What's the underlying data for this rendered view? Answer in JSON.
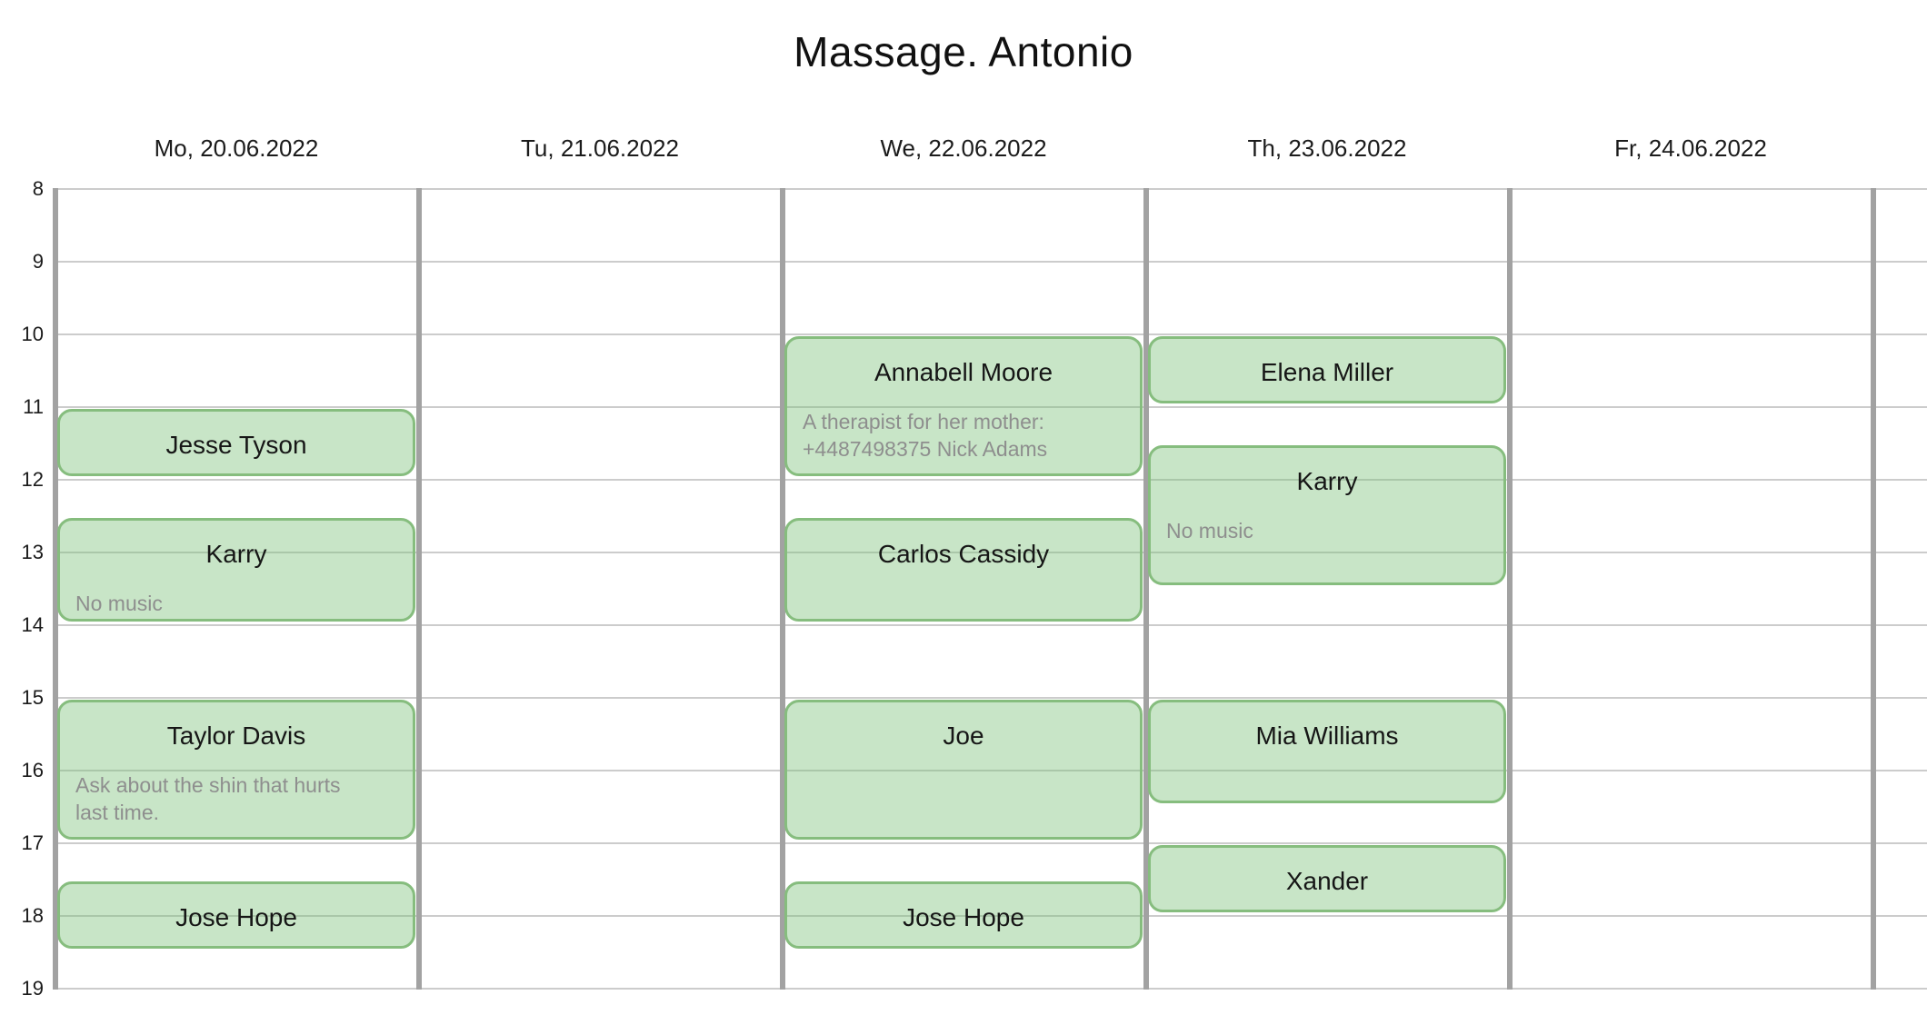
{
  "title": "Massage. Antonio",
  "days": [
    {
      "label": "Mo, 20.06.2022"
    },
    {
      "label": "Tu, 21.06.2022"
    },
    {
      "label": "We, 22.06.2022"
    },
    {
      "label": "Th, 23.06.2022"
    },
    {
      "label": "Fr, 24.06.2022"
    }
  ],
  "hours": [
    8,
    9,
    10,
    11,
    12,
    13,
    14,
    15,
    16,
    17,
    18,
    19
  ],
  "events": [
    {
      "day": 0,
      "start": 11,
      "end": 12,
      "title": "Jesse Tyson",
      "note": ""
    },
    {
      "day": 0,
      "start": 12.5,
      "end": 14,
      "title": "Karry",
      "note": "No music"
    },
    {
      "day": 0,
      "start": 15,
      "end": 17,
      "title": "Taylor Davis",
      "note": "Ask about the shin that hurts last time."
    },
    {
      "day": 0,
      "start": 17.5,
      "end": 18.5,
      "title": "Jose Hope",
      "note": ""
    },
    {
      "day": 2,
      "start": 10,
      "end": 12,
      "title": "Annabell Moore",
      "note": "A therapist for her mother: +4487498375 Nick Adams"
    },
    {
      "day": 2,
      "start": 12.5,
      "end": 14,
      "title": "Carlos Cassidy",
      "note": ""
    },
    {
      "day": 2,
      "start": 15,
      "end": 17,
      "title": "Joe",
      "note": ""
    },
    {
      "day": 2,
      "start": 17.5,
      "end": 18.5,
      "title": "Jose Hope",
      "note": ""
    },
    {
      "day": 3,
      "start": 10,
      "end": 11,
      "title": "Elena Miller",
      "note": ""
    },
    {
      "day": 3,
      "start": 11.5,
      "end": 13.5,
      "title": "Karry",
      "note": "No music"
    },
    {
      "day": 3,
      "start": 15,
      "end": 16.5,
      "title": "Mia Williams",
      "note": ""
    },
    {
      "day": 3,
      "start": 17,
      "end": 18,
      "title": "Xander",
      "note": ""
    }
  ],
  "colors": {
    "event_fill": "rgba(124,194,122,0.42)",
    "event_border": "#86bd7e",
    "day_separator": "#a2a2a2",
    "hour_line": "#cccccc",
    "title_text": "#111111",
    "event_title_text": "#161616",
    "event_note_text": "#8e8e8e"
  }
}
